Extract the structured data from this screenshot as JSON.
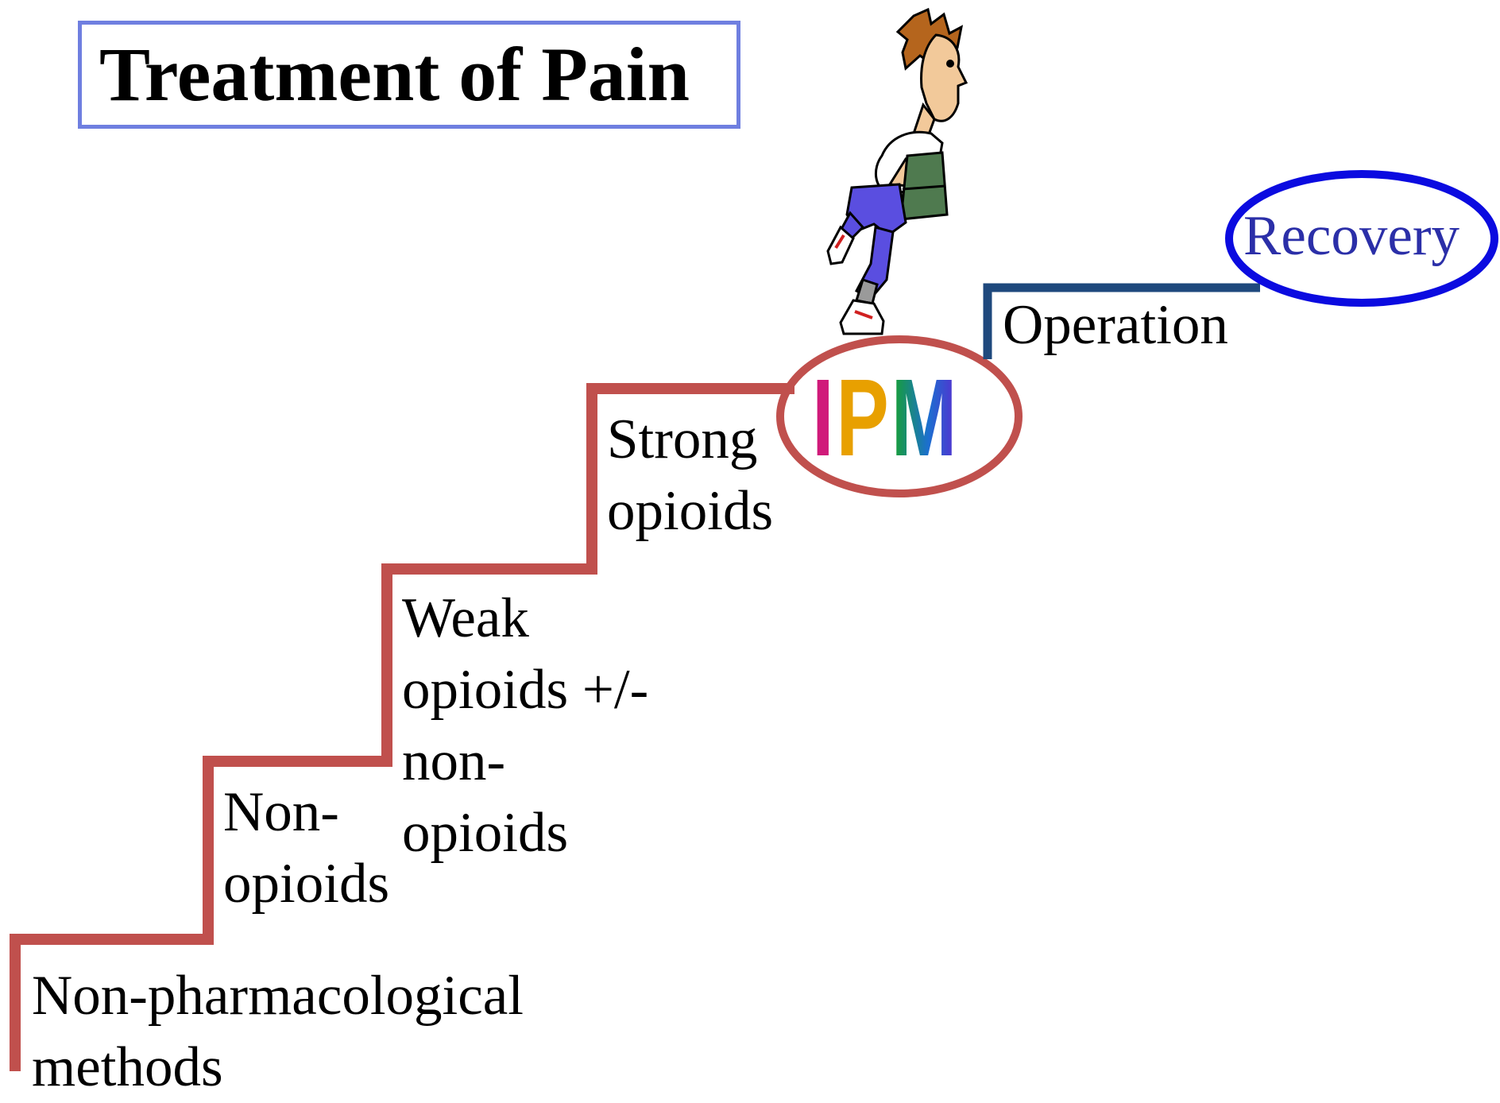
{
  "title": "Treatment of Pain",
  "steps": [
    {
      "lines": [
        "Non-pharmacological",
        "methods"
      ]
    },
    {
      "lines": [
        "Non-",
        "opioids"
      ]
    },
    {
      "lines": [
        "Weak",
        "opioids +/-",
        "non-",
        "opioids"
      ]
    },
    {
      "lines": [
        "Strong",
        "opioids"
      ]
    }
  ],
  "ipm": {
    "i": "I",
    "p": "P",
    "m": "M"
  },
  "operation": "Operation",
  "recovery": "Recovery",
  "colors": {
    "staircase": "#c0504d",
    "operation_step": "#1f497d",
    "recovery_ellipse": "#0b0be0",
    "recovery_text": "#2b2fa8",
    "title_border": "#6f7fe0"
  },
  "figure": "cartoon-man-climbing-stairs"
}
